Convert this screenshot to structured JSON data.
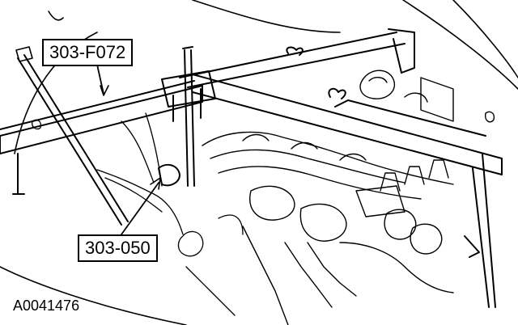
{
  "callouts": {
    "tool_1": "303-F072",
    "tool_2": "303-050"
  },
  "figure_id": "A0041476",
  "colors": {
    "line": "#000000",
    "background": "#ffffff"
  }
}
